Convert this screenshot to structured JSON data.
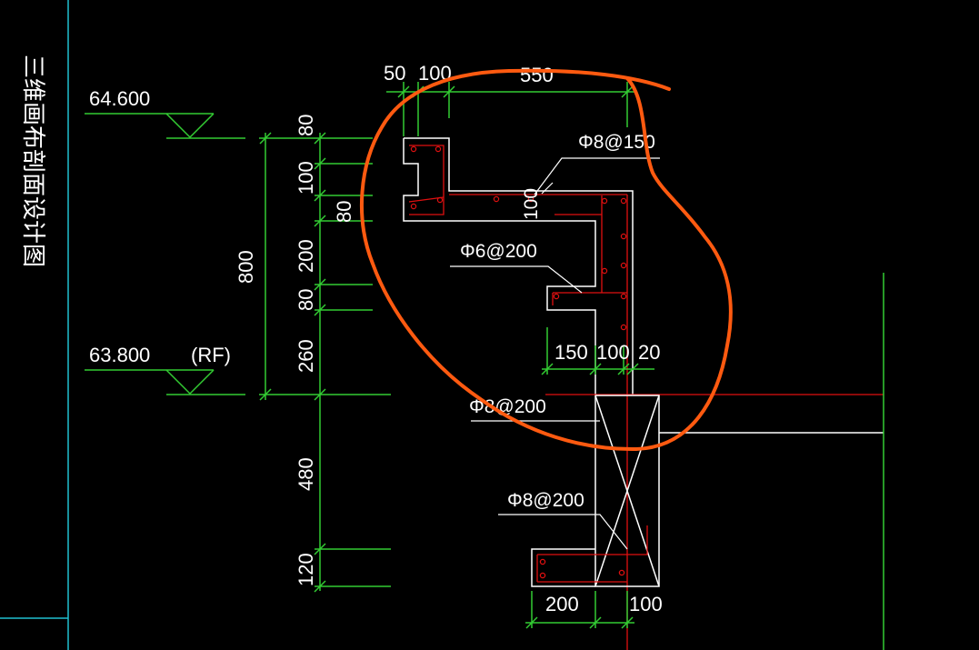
{
  "sidebar": {
    "title": "三维画布剖面设计图"
  },
  "levels": {
    "top": "64.600",
    "roof": "63.800",
    "roof_tag": "(RF)"
  },
  "dims_top": {
    "d1": "50",
    "d2": "100",
    "d3": "550"
  },
  "dims_vertical": {
    "d80a": "80",
    "d100": "100",
    "d80b": "80",
    "d200": "200",
    "d80c": "80",
    "d260": "260",
    "d480": "480",
    "d120": "120",
    "total": "800"
  },
  "dims_mid": {
    "d150": "150",
    "d100": "100",
    "d20": "20"
  },
  "dims_bottom": {
    "d200": "200",
    "d100": "100"
  },
  "rebars": {
    "r1": "Φ8@150",
    "r2": "Φ6@200",
    "r3": "Φ8@200",
    "r4": "Φ8@200",
    "r5": "100"
  },
  "colors": {
    "green": "#33cc33",
    "red": "#e01010",
    "white": "#ffffff",
    "cyan": "#20c0d0",
    "annotation": "#ff5a10"
  }
}
